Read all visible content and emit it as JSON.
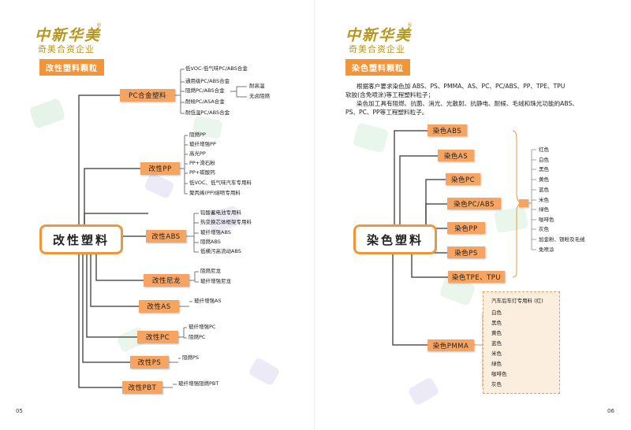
{
  "brand": {
    "name": "中新华美",
    "reg": "®",
    "subtitle": "奇美合资企业"
  },
  "left": {
    "section_title": "改性塑料颗粒",
    "root": "改性塑料",
    "page_number": "05",
    "branches": [
      {
        "label": "PC合金塑料",
        "items": [
          "低VOC-低气味PC/ABS合金",
          "通用级PC/ABS合金",
          "阻燃PC/ABS合金",
          "耐候PC/ASA合金",
          "耐低温PC/ABS合金"
        ],
        "sub_items": [
          "耐高温",
          "无卤阻燃"
        ]
      },
      {
        "label": "改性PP",
        "items": [
          "阻燃PP",
          "玻纤增强PP",
          "高光PP",
          "PP+滑石粉",
          "PP+碳酸钙",
          "低VOC、低气味汽车专用料",
          "聚丙烯(PP)熔喷专用料"
        ]
      },
      {
        "label": "改性ABS",
        "items": [
          "铅酸蓄电池专用料",
          "热变换芯体框架专用料",
          "玻纤增强ABS",
          "阻燃ABS",
          "低横污高流动ABS"
        ]
      },
      {
        "label": "改性尼龙",
        "items": [
          "阻燃尼龙",
          "玻纤增强尼龙"
        ]
      },
      {
        "label": "改性AS",
        "items": [
          "玻纤增强AS"
        ]
      },
      {
        "label": "改性PC",
        "items": [
          "玻纤增强PC",
          "阻燃PC"
        ]
      },
      {
        "label": "改性PS",
        "items": [
          "阻燃PS"
        ]
      },
      {
        "label": "改性PBT",
        "items": [
          "玻纤增强阻燃PBT"
        ]
      }
    ]
  },
  "right": {
    "section_title": "染色塑料颗粒",
    "intro": [
      "根据客户要求染色加 ABS、PS、PMMA、AS、PC、PC/ABS、PP、TPE、TPU",
      "软胶(含免喷涂)等工程塑料粒子；",
      "染色加工具有阻燃、抗菌、消光、光散射、抗静电、耐候、毛绒和珠光功能的ABS、",
      "PS、PC、PP等工程塑料粒子。"
    ],
    "root": "染色塑料",
    "page_number": "06",
    "branches": [
      "染色ABS",
      "染色AS",
      "染色PC",
      "染色PC/ABS",
      "染色PP",
      "染色PS",
      "染色TPE、TPU"
    ],
    "colors": [
      "红色",
      "白色",
      "黑色",
      "黄色",
      "蓝色",
      "米色",
      "绿色",
      "咖啡色",
      "灰色",
      "加金粉、银粉及毛绒",
      "免喷涂"
    ],
    "pmma": {
      "label": "染色PMMA",
      "header": "汽车后车灯专用料 (红)",
      "colors": [
        "白色",
        "黑色",
        "黄色",
        "蓝色",
        "米色",
        "绿色",
        "咖啡色",
        "灰色"
      ]
    }
  },
  "colors": {
    "accent": "#f0953a",
    "node": "#f6a461",
    "brand": "#b5961e"
  }
}
